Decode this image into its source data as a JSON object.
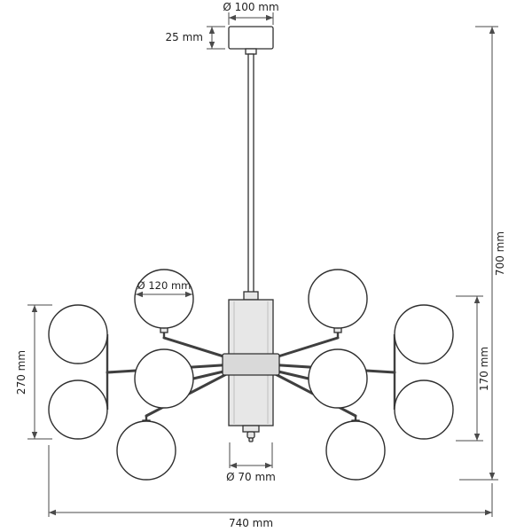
{
  "dimensions": {
    "canopy_diameter": "Ø 100 mm",
    "canopy_height": "25 mm",
    "globe_diameter": "Ø 120 mm",
    "body_diameter": "Ø 70 mm",
    "total_height": "700 mm",
    "body_height": "170 mm",
    "side_span_height": "270 mm",
    "total_width": "740 mm"
  },
  "colors": {
    "background": "#ffffff",
    "outline": "#2f2f2f",
    "dimension_line": "#4a4a4a",
    "body_fill": "#e7e7e7",
    "hub_fill": "#d9d9d9",
    "text": "#1f1f1f"
  }
}
